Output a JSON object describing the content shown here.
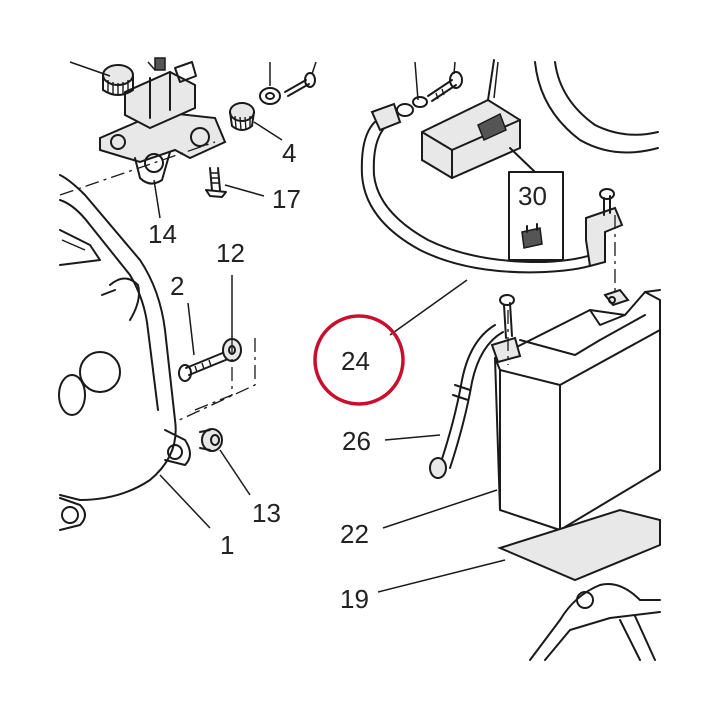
{
  "callouts": {
    "c1": "1",
    "c2": "2",
    "c4": "4",
    "c12": "12",
    "c13": "13",
    "c14": "14",
    "c17": "17",
    "c19": "19",
    "c22": "22",
    "c24": "24",
    "c26": "26",
    "c30": "30"
  },
  "highlight": {
    "target": "24",
    "color": "#c8102e"
  }
}
